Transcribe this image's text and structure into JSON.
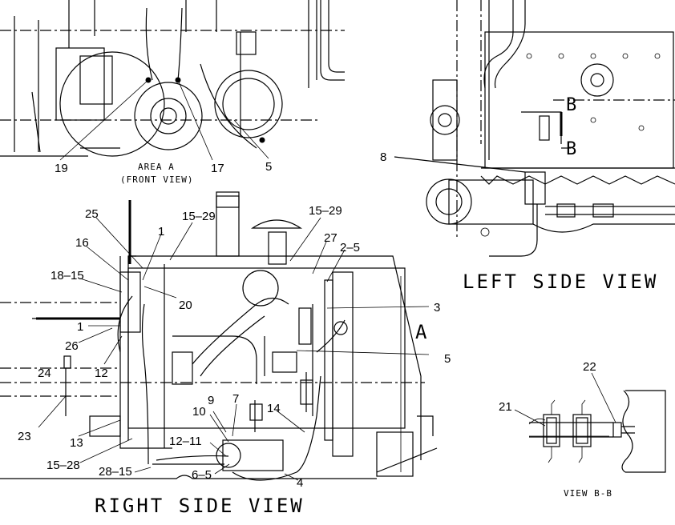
{
  "views": {
    "right_side": "RIGHT SIDE VIEW",
    "left_side": "LEFT SIDE VIEW",
    "area_a_line1": "AREA A",
    "area_a_line2": "(FRONT VIEW)",
    "view_bb": "VIEW B-B"
  },
  "markers": {
    "area_a": "A",
    "section_b_top": "B",
    "section_b_bottom": "B"
  },
  "callouts": {
    "area_a": {
      "c19": "19",
      "c17": "17",
      "c5": "5"
    },
    "left": {
      "c8": "8"
    },
    "right": {
      "c25": "25",
      "c16": "16",
      "c18_15": "18–15",
      "c1_top": "1",
      "c15_29_left": "15–29",
      "c15_29_right": "15–29",
      "c27": "27",
      "c2_5": "2–5",
      "c20": "20",
      "c3": "3",
      "c1_left": "1",
      "c26": "26",
      "c5": "5",
      "c12": "12",
      "c24": "24",
      "c23": "23",
      "c13": "13",
      "c9": "9",
      "c10": "10",
      "c7": "7",
      "c14": "14",
      "c12_11": "12–11",
      "c15_28": "15–28",
      "c28_15": "28–15",
      "c6_5": "6–5",
      "c4": "4"
    },
    "view_bb": {
      "c21": "21",
      "c22": "22"
    }
  }
}
